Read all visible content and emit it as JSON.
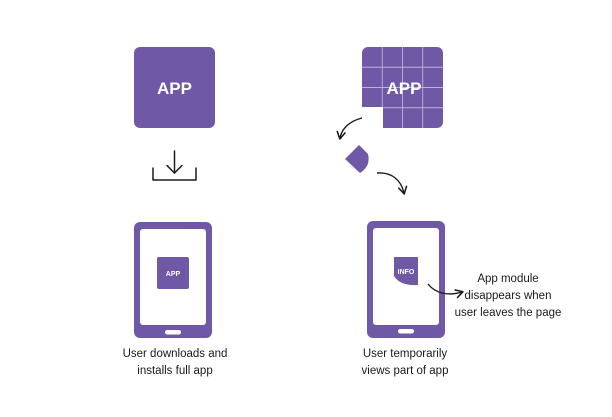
{
  "colors": {
    "purple": "#6f58a6",
    "white": "#ffffff",
    "ink": "#1a1a1a"
  },
  "icons": {
    "download": "download-icon",
    "curved_arrow": "curved-arrow-icon"
  },
  "left": {
    "app_tile_label": "APP",
    "phone_badge_label": "APP",
    "caption_line1": "User downloads and",
    "caption_line2": "installs full app"
  },
  "right": {
    "app_grid_label": "APP",
    "phone_badge_label": "INFO",
    "caption_line1": "User temporarily",
    "caption_line2": "views part of app"
  },
  "annotation": {
    "line1": "App module",
    "line2": "disappears when",
    "line3": "user leaves the page"
  }
}
